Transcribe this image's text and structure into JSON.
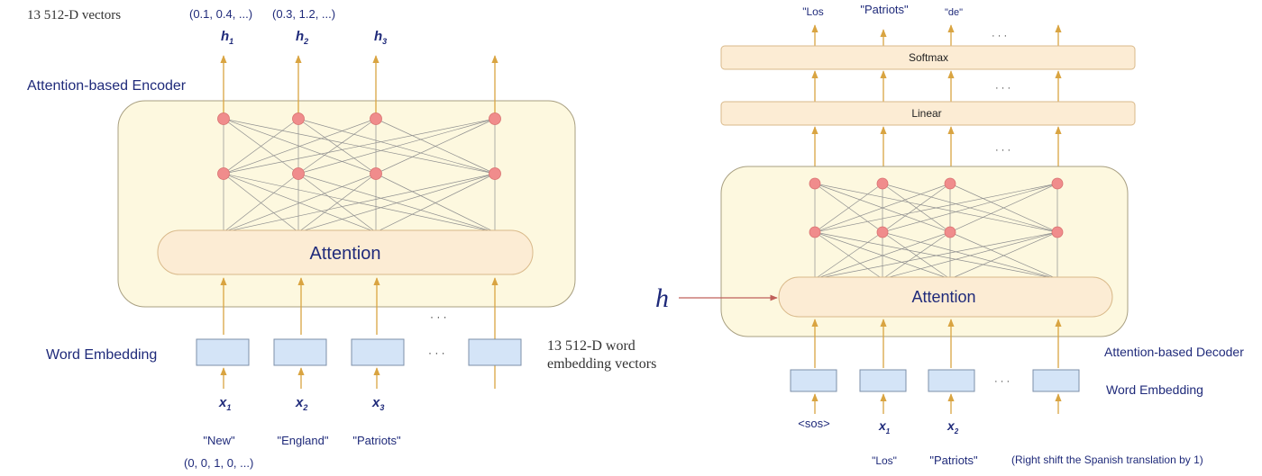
{
  "encoder": {
    "vectors_caption": "13 512-D vectors",
    "h_values": [
      "(0.1, 0.4, ...)",
      "(0.3, 1.2, ...)"
    ],
    "h_letter": "h",
    "h_subscripts": [
      "1",
      "2",
      "3"
    ],
    "title": "Attention-based Encoder",
    "attention_label": "Attention",
    "ellipsis": "· · ·",
    "word_embedding_label": "Word Embedding",
    "embedding_caption_line1": "13 512-D word",
    "embedding_caption_line2": "embedding vectors",
    "x_letter": "x",
    "x_subscripts": [
      "1",
      "2",
      "3"
    ],
    "words": [
      "\"New\"",
      "\"England\"",
      "\"Patriots\""
    ],
    "onehot": "(0, 0, 1, 0, ...)"
  },
  "decoder": {
    "outputs": [
      "\"Los",
      "\"Patriots\"",
      "\"de\""
    ],
    "softmax_label": "Softmax",
    "linear_label": "Linear",
    "ellipsis": "· · ·",
    "h_input": "h",
    "attention_label": "Attention",
    "title": "Attention-based Decoder",
    "word_embedding_label": "Word Embedding",
    "inputs": [
      "<sos>"
    ],
    "x_letter": "x",
    "x_subscripts": [
      "1",
      "2"
    ],
    "input_words": [
      "\"Los\"",
      "\"Patriots\""
    ],
    "shift_note": "(Right shift the Spanish translation by 1)"
  },
  "colors": {
    "panel_fill": "#fdf8df",
    "panel_stroke": "#a89f80",
    "attention_fill": "#fcecd4",
    "node_fill": "#f08c8c",
    "arrow": "#d9a441",
    "embed_fill": "#d4e4f7",
    "embed_stroke": "#7c8fa8",
    "navy": "#1f2a7a"
  }
}
